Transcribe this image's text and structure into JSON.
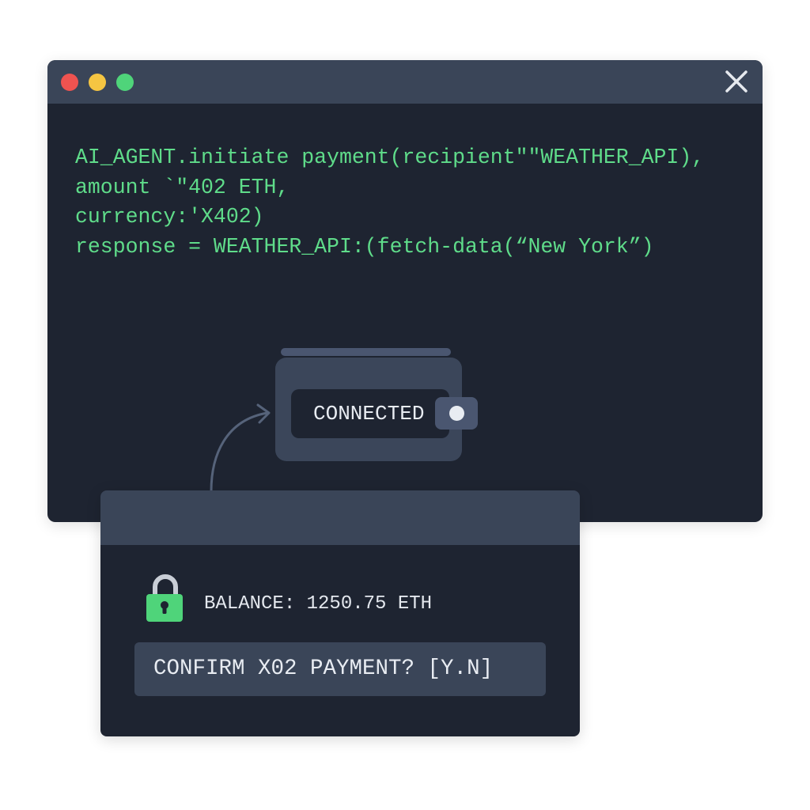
{
  "window": {
    "controls": {
      "close_color": "#ef5350",
      "minimize_color": "#f5c542",
      "maximize_color": "#4fd47a",
      "close_icon": "x-icon"
    },
    "code_lines": [
      "AI_AGENT.initiate payment(recipient\"\"WEATHER_API),",
      "amount `\"402 ETH,",
      "currency:'X402)",
      "response = WEATHER_API:(fetch-data(“New York”)"
    ],
    "code_color": "#5fdc8a"
  },
  "wallet": {
    "icon": "wallet-icon",
    "status_label": "CONNECTED"
  },
  "dialog": {
    "lock_icon": "lock-icon",
    "lock_color": "#4fd47a",
    "balance_text": "BALANCE: 1250.75 ETH",
    "confirm_prompt": "CONFIRM X02 PAYMENT? [Y.N]"
  }
}
